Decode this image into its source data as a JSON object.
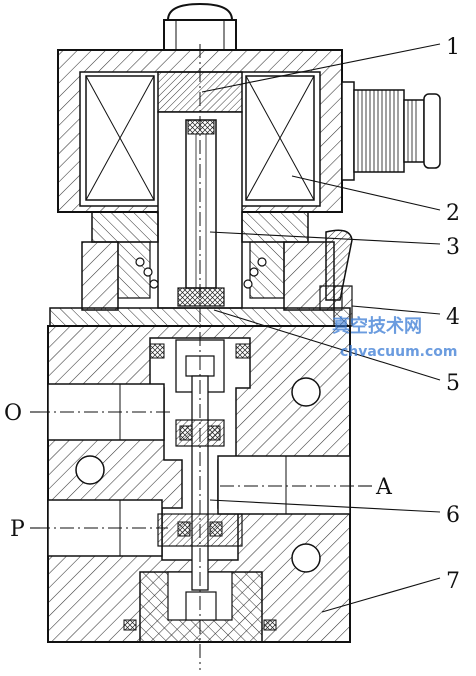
{
  "figure": {
    "callouts": [
      "1",
      "2",
      "3",
      "4",
      "5",
      "6",
      "7"
    ],
    "port_labels": {
      "exhaust": "O",
      "outlet": "A",
      "inlet": "P"
    },
    "watermark": {
      "cn": "真空技术网",
      "url": "chvacuum.com"
    }
  },
  "colors": {
    "line": "#111111",
    "hatch": "#333333",
    "watermark": "#3a7bd5",
    "background": "#ffffff"
  }
}
